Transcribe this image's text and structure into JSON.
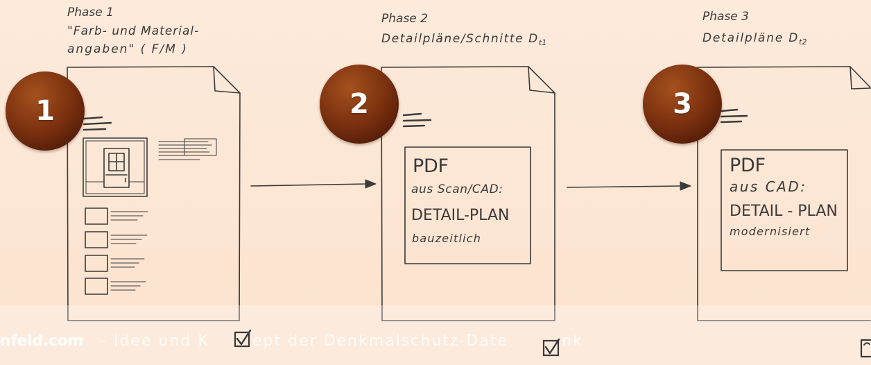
{
  "colors": {
    "background_top": "#fdeadb",
    "background_bottom": "#fbe2cd",
    "ink": "#3a3a3a",
    "badge_light": "#a4511d",
    "badge_mid": "#7a300f",
    "badge_dark": "#3a1104",
    "badge_number": "#ffffff",
    "watermark": "#ffffff"
  },
  "phases": [
    {
      "badge": "1",
      "title": "Phase 1",
      "caption_lines": [
        "\"Farb- und Material-",
        "angaben\" ( F/M )"
      ]
    },
    {
      "badge": "2",
      "title": "Phase 2",
      "caption": "Detailpläne/Schnitte D",
      "caption_sub": "t1",
      "document": {
        "format": "PDF",
        "source": "aus Scan/CAD:",
        "kind": "DETAIL-PLAN",
        "state": "bauzeitlich"
      }
    },
    {
      "badge": "3",
      "title": "Phase 3",
      "caption": "Detailpläne D",
      "caption_sub": "t2",
      "document": {
        "format": "PDF",
        "source": "aus CAD:",
        "kind": "DETAIL - PLAN",
        "state": "modernisiert"
      }
    }
  ],
  "watermark": {
    "site": "nfeld.com",
    "fragments": [
      "– Idee und K",
      "ept der Denkmalschutz-Date",
      "nk"
    ]
  }
}
